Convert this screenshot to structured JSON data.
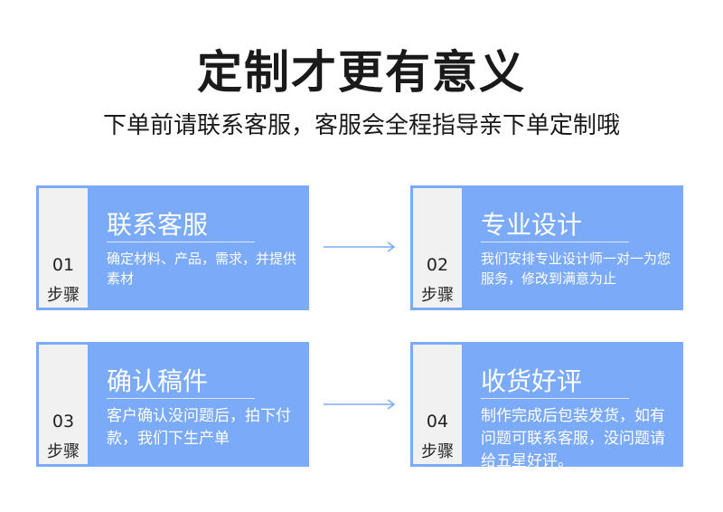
{
  "header": {
    "title": "定制才更有意义",
    "subtitle": "下单前请联系客服，客服会全程指导亲下单定制哦"
  },
  "steps": [
    {
      "number": "01",
      "step_label": "步骤",
      "title": "联系客服",
      "description": "确定材料、产品，需求，并提供素材"
    },
    {
      "number": "02",
      "step_label": "步骤",
      "title": "专业设计",
      "description": "我们安排专业设计师一对一为您服务，修改到满意为止"
    },
    {
      "number": "03",
      "step_label": "步骤",
      "title": "确认稿件",
      "description": "客户确认没问题后，拍下付款，我们下生产单"
    },
    {
      "number": "04",
      "step_label": "步骤",
      "title": "收货好评",
      "description": "制作完成后包装发货，如有问题可联系客服，没问题请给五星好评。"
    }
  ],
  "colors": {
    "card_background": "#7aaaf8",
    "step_column": "#f1f1f1",
    "arrow": "#7aaaf8"
  },
  "icons": [
    "arrow-right-icon"
  ]
}
